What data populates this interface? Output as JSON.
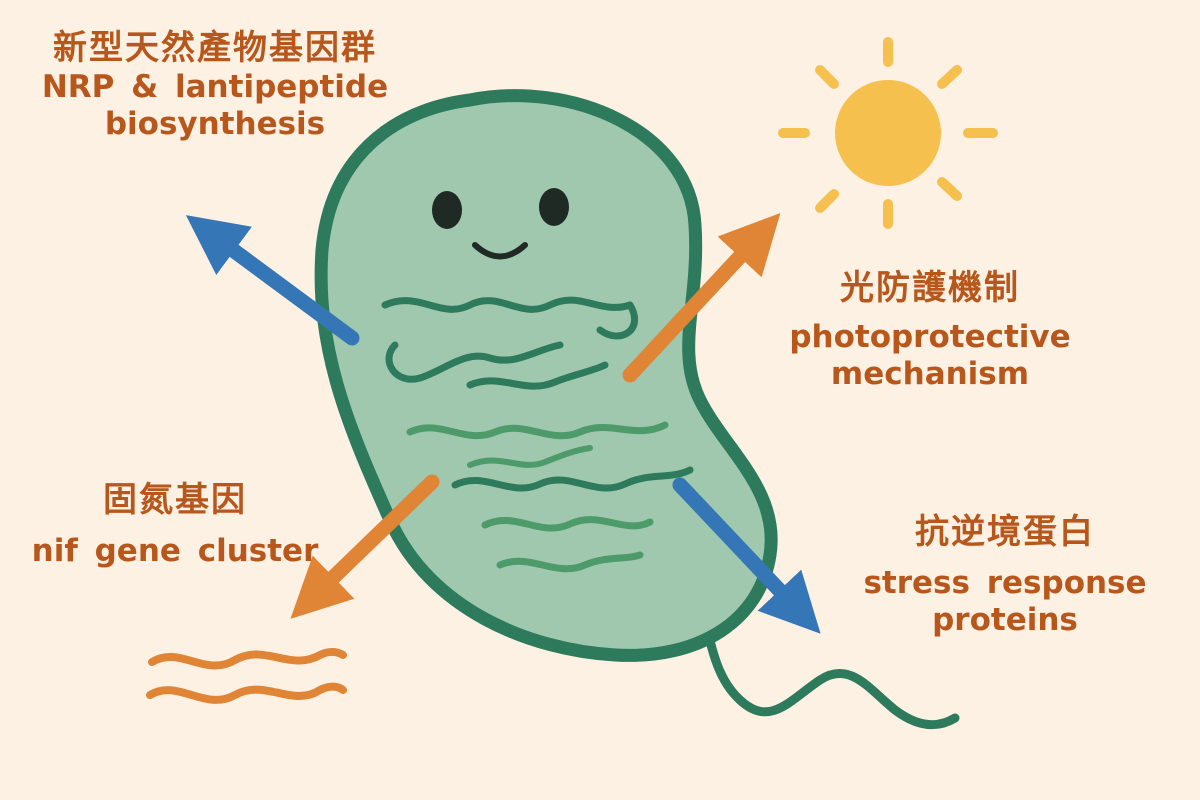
{
  "labels": {
    "nrp": {
      "zh": "新型天然產物基因群",
      "en_line1": "NRP & lantipeptide",
      "en_line2": "biosynthesis"
    },
    "photo": {
      "zh": "光防護機制",
      "en_line1": "photoprotective",
      "en_line2": "mechanism"
    },
    "nif": {
      "zh": "固氮基因",
      "en_line1": "nif gene cluster"
    },
    "stress": {
      "zh": "抗逆境蛋白",
      "en_line1": "stress response",
      "en_line2": "proteins"
    }
  },
  "icons": [
    "cyanobacterium-cell",
    "sun-icon",
    "dna-wave-icon"
  ],
  "colors": {
    "background": "#fdf1e4",
    "text": "#b8571b",
    "cell_fill": "#9fc8ae",
    "cell_outline": "#2e7a5c",
    "blue_arrow": "#3577b6",
    "orange_arrow": "#e08535",
    "sun": "#f6c04f"
  }
}
